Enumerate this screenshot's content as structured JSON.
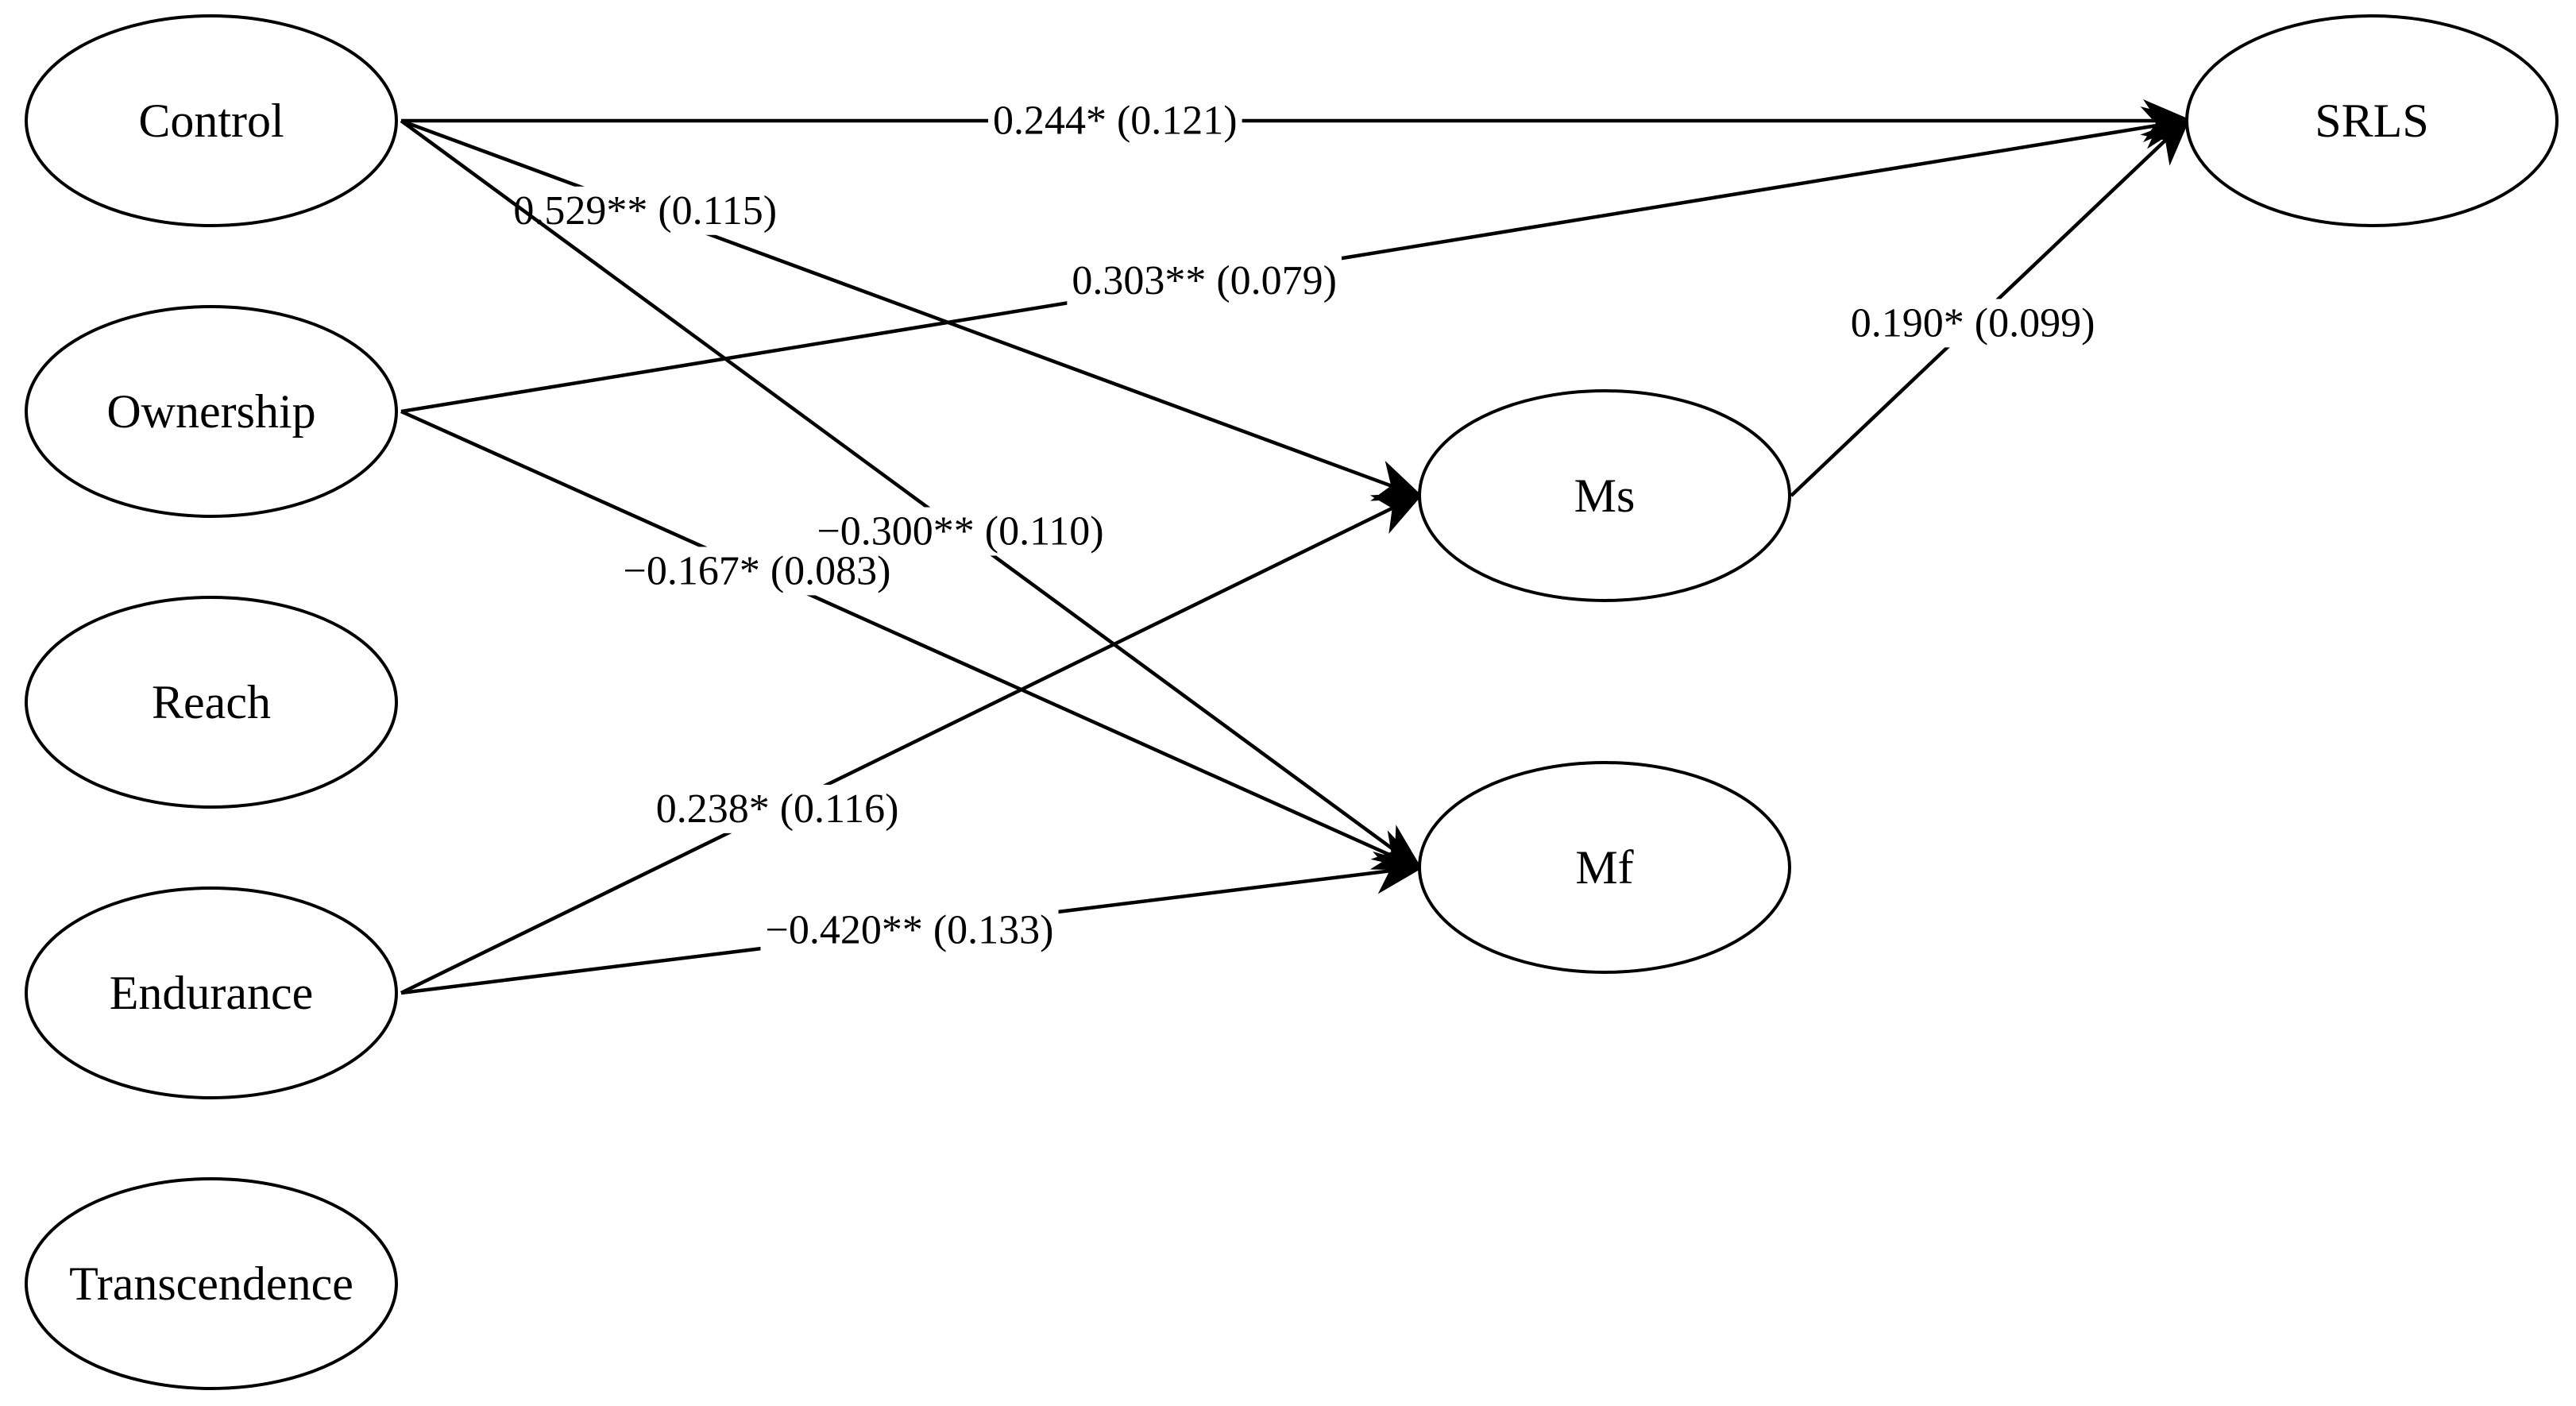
{
  "nodes": [
    {
      "id": "control",
      "label": "Control"
    },
    {
      "id": "ownership",
      "label": "Ownership"
    },
    {
      "id": "reach",
      "label": "Reach"
    },
    {
      "id": "endurance",
      "label": "Endurance"
    },
    {
      "id": "transcendence",
      "label": "Transcendence"
    },
    {
      "id": "ms",
      "label": "Ms"
    },
    {
      "id": "mf",
      "label": "Mf"
    },
    {
      "id": "srls",
      "label": "SRLS"
    }
  ],
  "edges": [
    {
      "from": "control",
      "to": "srls",
      "label": "0.244* (0.121)"
    },
    {
      "from": "control",
      "to": "ms",
      "label": "0.529** (0.115)"
    },
    {
      "from": "control",
      "to": "mf",
      "label": "−0.300** (0.110)"
    },
    {
      "from": "ownership",
      "to": "srls",
      "label": "0.303** (0.079)"
    },
    {
      "from": "ownership",
      "to": "mf",
      "label": "−0.167* (0.083)"
    },
    {
      "from": "endurance",
      "to": "ms",
      "label": "0.238* (0.116)"
    },
    {
      "from": "endurance",
      "to": "mf",
      "label": "−0.420** (0.133)"
    },
    {
      "from": "ms",
      "to": "srls",
      "label": "0.190* (0.099)"
    }
  ]
}
